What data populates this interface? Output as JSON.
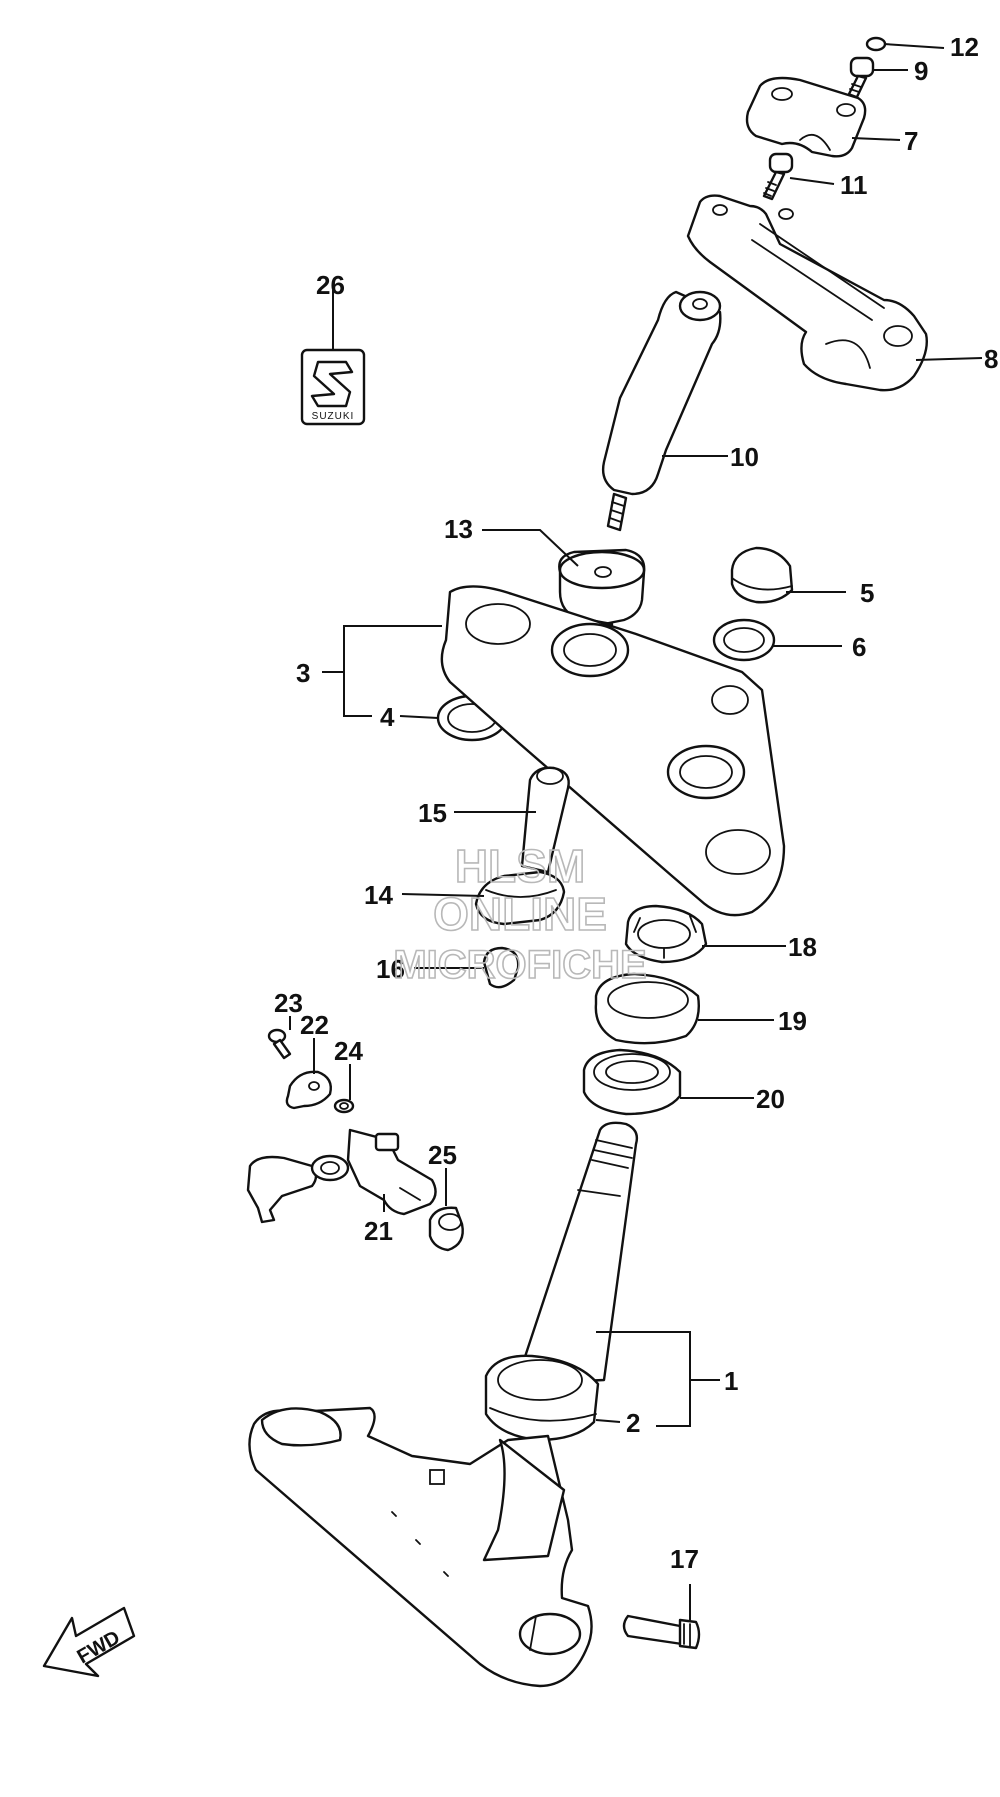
{
  "callouts": [
    {
      "num": "12"
    },
    {
      "num": "9"
    },
    {
      "num": "7"
    },
    {
      "num": "11"
    },
    {
      "num": "8"
    },
    {
      "num": "26"
    },
    {
      "num": "10"
    },
    {
      "num": "13"
    },
    {
      "num": "5"
    },
    {
      "num": "6"
    },
    {
      "num": "3"
    },
    {
      "num": "4"
    },
    {
      "num": "15"
    },
    {
      "num": "14"
    },
    {
      "num": "18"
    },
    {
      "num": "16"
    },
    {
      "num": "19"
    },
    {
      "num": "23"
    },
    {
      "num": "22"
    },
    {
      "num": "24"
    },
    {
      "num": "20"
    },
    {
      "num": "25"
    },
    {
      "num": "21"
    },
    {
      "num": "1"
    },
    {
      "num": "2"
    },
    {
      "num": "17"
    }
  ],
  "emblem": {
    "brand": "SUZUKI",
    "icon": "suzuki-s-icon"
  },
  "watermark": {
    "line1": "HLSM",
    "line2": "ONLINE",
    "line3": "MICROFICHE"
  },
  "direction": {
    "label": "FWD",
    "icon": "forward-arrow-icon"
  },
  "colors": {
    "line": "#111111",
    "background": "#ffffff",
    "watermark": "#b8b8b8"
  }
}
